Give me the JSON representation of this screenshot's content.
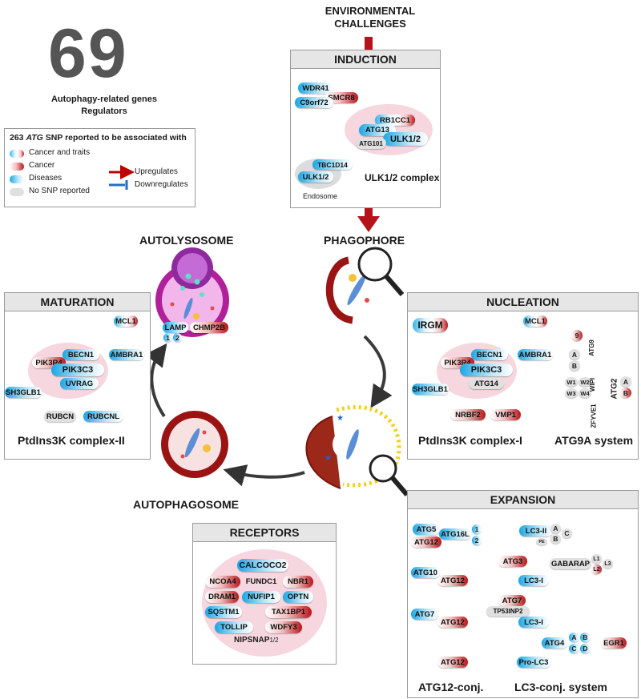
{
  "header": {
    "count": "69",
    "count_caption_line1": "Autophagy-related genes",
    "count_caption_line2": "Regulators"
  },
  "legend": {
    "title_prefix": "263",
    "title_gene": "ATG",
    "title_rest": "SNP reported to be associated with",
    "items": [
      "Cancer and traits",
      "Cancer",
      "Diseases",
      "No SNP reported"
    ],
    "arrows": [
      "Upregulates",
      "Downregulates"
    ]
  },
  "colors": {
    "cancer": "#b8161a",
    "disease": "#1aa6e4",
    "none": "#e0e0e0",
    "complex": "#f6d6df",
    "up": "#c00000",
    "down": "#1f6fc5"
  },
  "top": {
    "line1": "ENVIRONMENTAL",
    "line2": "CHALLENGES"
  },
  "induction": {
    "title": "INDUCTION",
    "genes": [
      "WDR41",
      "SMCR8",
      "C9orf72",
      "RB1CC1",
      "ATG13",
      "ULK1/2",
      "ATG101",
      "TBC1D14",
      "ULK1/2"
    ],
    "endosome": "Endosome",
    "caption": "ULK1/2 complex"
  },
  "stages": {
    "phagophore": "PHAGOPHORE",
    "autolysosome": "AUTOLYSOSOME",
    "autophagosome": "AUTOPHAGOSOME"
  },
  "autolysosome": {
    "genes": [
      "LAMP",
      "CHMP2B"
    ],
    "sub": [
      "1",
      "2"
    ]
  },
  "maturation": {
    "title": "MATURATION",
    "genes": [
      "MCL1",
      "BECN1",
      "AMBRA1",
      "PIK3R4",
      "PIK3C3",
      "SH3GLB1",
      "UVRAG",
      "RUBCN",
      "RUBCNL"
    ],
    "caption": "PtdIns3K complex-II"
  },
  "nucleation": {
    "title": "NUCLEATION",
    "genes": [
      "IRGM",
      "MCL1",
      "BECN1",
      "AMBRA1",
      "PIK3R4",
      "PIK3C3",
      "SH3GLB1",
      "ATG14",
      "NRBF2",
      "VMP1"
    ],
    "atg9": [
      "9",
      "A",
      "B",
      "ATG9",
      "W1",
      "W2",
      "W3",
      "W4",
      "WIPI",
      "ATG2",
      "A",
      "B",
      "ZFYVE1"
    ],
    "caption1": "PtdIns3K complex-I",
    "caption2": "ATG9A system"
  },
  "receptors": {
    "title": "RECEPTORS",
    "genes": [
      "CALCOCO2",
      "NCOA4",
      "FUNDC1",
      "NBR1",
      "DRAM1",
      "NUFIP1",
      "OPTN",
      "SQSTM1",
      "TAX1BP1",
      "TOLLIP",
      "WDFY3"
    ],
    "last": "NIPSNAP",
    "last_sub": "1/2"
  },
  "expansion": {
    "title": "EXPANSION",
    "atg12": [
      "ATG5",
      "ATG16L",
      "1",
      "2",
      "ATG12",
      "ATG10",
      "ATG12",
      "ATG7",
      "ATG12",
      "ATG12"
    ],
    "lc3": [
      "LC3-II",
      "PE",
      "A",
      "B",
      "C",
      "ATG3",
      "GABARAP",
      "L1",
      "L2",
      "L3",
      "LC3-I",
      "ATG7",
      "TP53INP2",
      "LC3-I",
      "ATG4",
      "A",
      "B",
      "C",
      "D",
      "EGR1",
      "Pro-LC3"
    ],
    "caption1": "ATG12-conj.",
    "caption2": "LC3-conj. system"
  }
}
